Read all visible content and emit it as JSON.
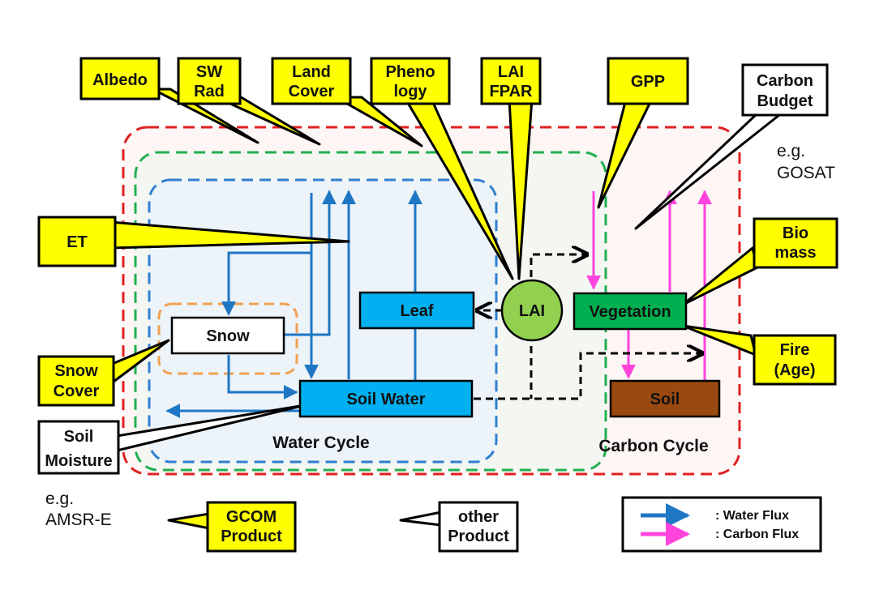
{
  "colors": {
    "callout_yellow": "#ffff00",
    "water_flux": "#1f77c4",
    "carbon_flux": "#ff44dd",
    "box_blue": "#00b0f0",
    "vegetation_green": "#00b050",
    "lai_green": "#92d050",
    "soil_brown": "#9a4a10",
    "carbon_region": "#e02020",
    "overall_region": "#20b050",
    "water_region": "#2f7fd0",
    "snow_region": "#f0a050"
  },
  "callouts": {
    "albedo": "Albedo",
    "sw_rad": [
      "SW",
      "Rad"
    ],
    "land_cover": [
      "Land",
      "Cover"
    ],
    "phenology": [
      "Pheno",
      "logy"
    ],
    "lai_fpar": [
      "LAI",
      "FPAR"
    ],
    "gpp": "GPP",
    "carbon_budget": [
      "Carbon",
      "Budget"
    ],
    "et": "ET",
    "biomass": [
      "Bio",
      "mass"
    ],
    "fire_age": [
      "Fire",
      "(Age)"
    ],
    "snow_cover": [
      "Snow",
      "Cover"
    ],
    "soil_moisture": [
      "Soil",
      "Moisture"
    ],
    "gcom_product": [
      "GCOM",
      "Product"
    ],
    "other_product": [
      "other",
      "Product"
    ]
  },
  "boxes": {
    "snow": "Snow",
    "leaf": "Leaf",
    "lai": "LAI",
    "vegetation": "Vegetation",
    "soil_water": "Soil Water",
    "soil": "Soil"
  },
  "labels": {
    "water_cycle": "Water Cycle",
    "carbon_cycle": "Carbon Cycle",
    "eg_gosat": [
      "e.g.",
      "GOSAT"
    ],
    "eg_amsr": [
      "e.g.",
      "AMSR-E"
    ]
  },
  "legend": {
    "water_flux": ": Water Flux",
    "carbon_flux": ": Carbon Flux"
  }
}
